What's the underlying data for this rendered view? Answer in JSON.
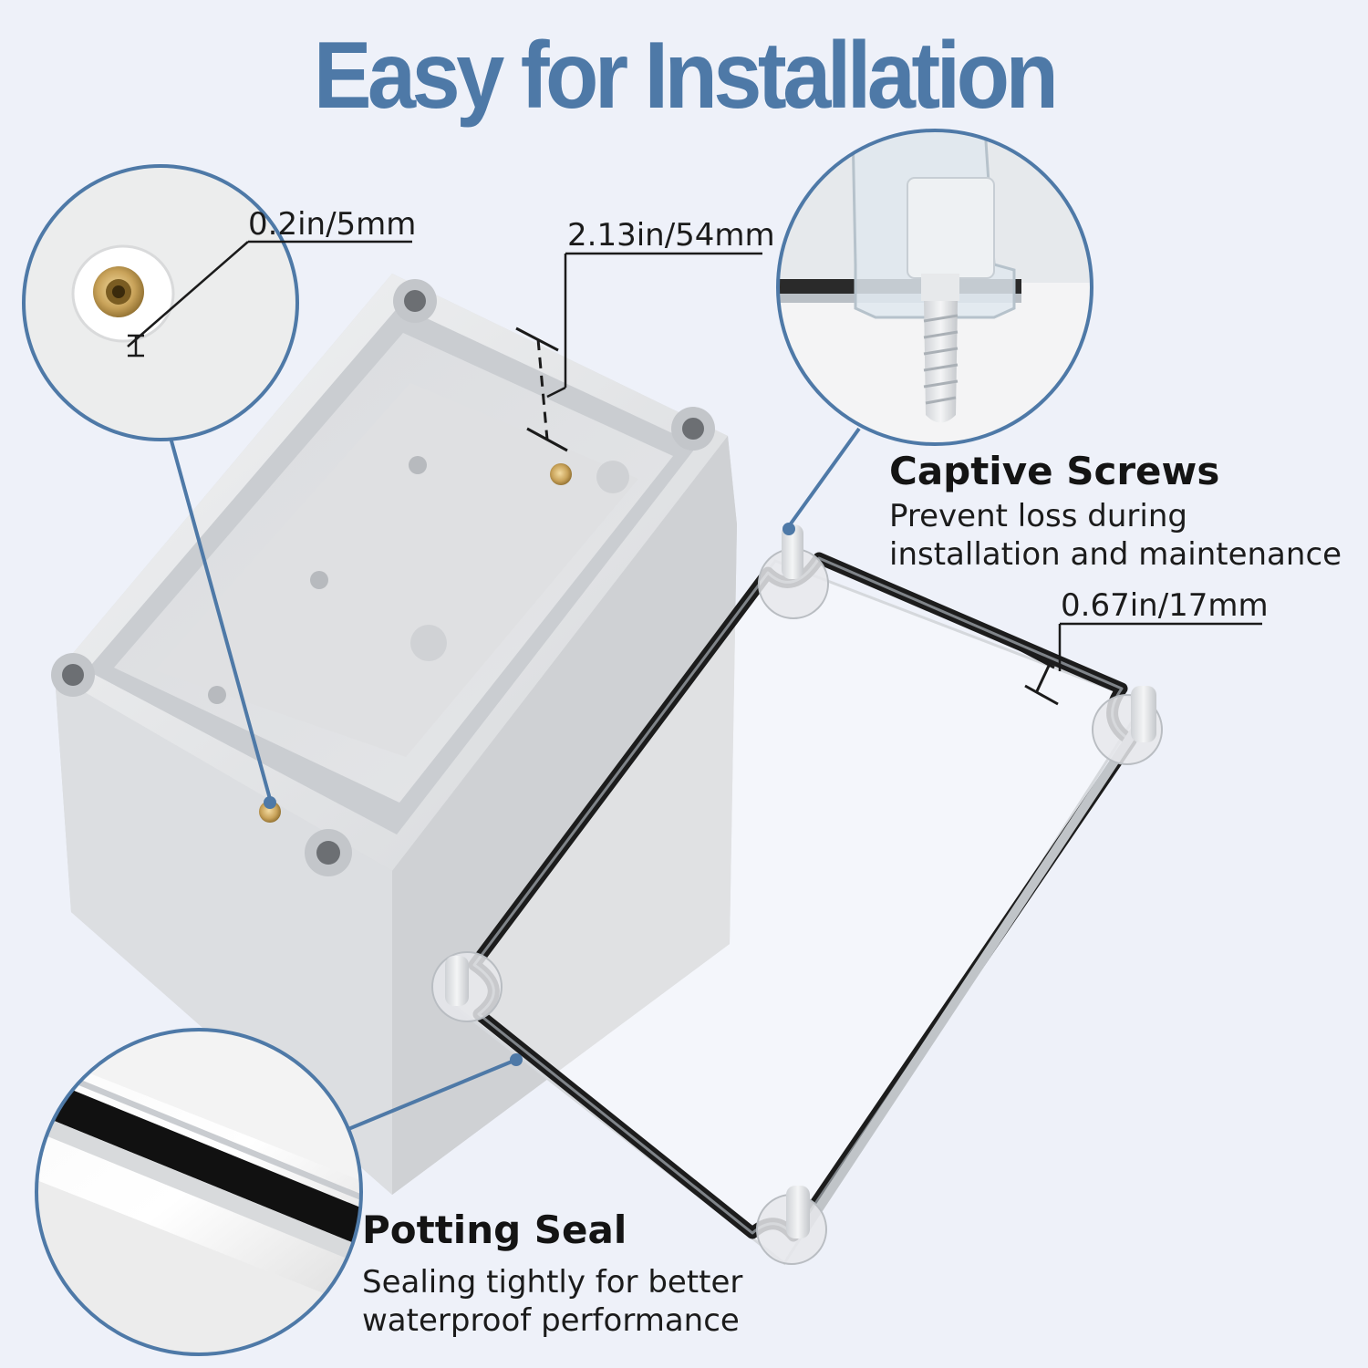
{
  "title": "Easy for Installation",
  "dimensions": {
    "insert_depth": "0.2in/5mm",
    "box_depth": "2.13in/54mm",
    "lid_depth": "0.67in/17mm"
  },
  "features": {
    "captive_screws": {
      "heading": "Captive Screws",
      "line1": "Prevent loss during",
      "line2": "installation and maintenance"
    },
    "potting_seal": {
      "heading": "Potting Seal",
      "line1": "Sealing tightly for better",
      "line2": "waterproof performance"
    }
  },
  "colors": {
    "accent": "#4e79a7",
    "background": "#eef1f9",
    "housing": "#e2e3e5",
    "gasket": "#1a1a1a",
    "brass": "#c9a35a"
  }
}
